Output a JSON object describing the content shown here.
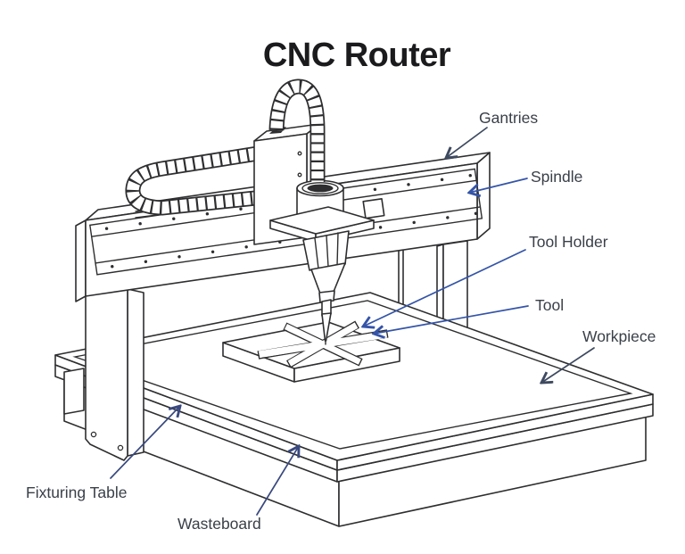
{
  "title": "CNC Router",
  "labels": {
    "gantries": "Gantries",
    "spindle": "Spindle",
    "tool_holder": "Tool Holder",
    "tool": "Tool",
    "workpiece": "Workpiece",
    "fixturing_table": "Fixturing Table",
    "wasteboard": "Wasteboard"
  },
  "colors": {
    "background": "#ffffff",
    "drawing_outline": "#2e2e30",
    "title_text": "#1b1b1d",
    "label_text": "#3a4049",
    "leader_blue": "#3454a8",
    "leader_slate": "#3e4a60",
    "leader_navy": "#39497f"
  }
}
